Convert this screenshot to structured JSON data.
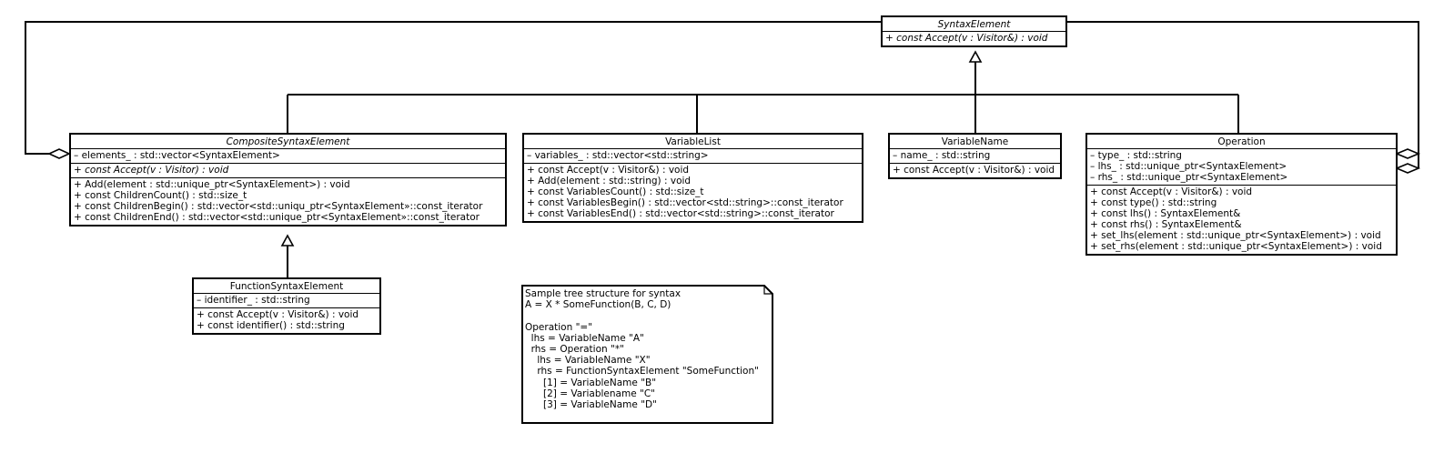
{
  "classes": {
    "syntax_element": {
      "name": "SyntaxElement",
      "operations": [
        "+ const Accept(v : Visitor&) : void"
      ]
    },
    "composite": {
      "name": "CompositeSyntaxElement",
      "attributes": [
        "– elements_ : std::vector<SyntaxElement>"
      ],
      "abstract_ops": [
        "+ const Accept(v : Visitor) : void"
      ],
      "operations": [
        "+ Add(element : std::unique_ptr<SyntaxElement>) : void",
        "+ const ChildrenCount() : std::size_t",
        "+ const ChildrenBegin() : std::vector<std::uniqu_ptr<SyntaxElement»::const_iterator",
        "+ const ChildrenEnd() : std::vector<std::unique_ptr<SyntaxElement»::const_iterator"
      ]
    },
    "variable_list": {
      "name": "VariableList",
      "attributes": [
        "– variables_ : std::vector<std::string>"
      ],
      "operations": [
        "+ const Accept(v : Visitor&) : void",
        "+ Add(element : std::string) : void",
        "+ const VariablesCount() : std::size_t",
        "+ const VariablesBegin() : std::vector<std::string>::const_iterator",
        "+ const VariablesEnd() : std::vector<std::string>::const_iterator"
      ]
    },
    "variable_name": {
      "name": "VariableName",
      "attributes": [
        "– name_ : std::string"
      ],
      "operations": [
        "+ const Accept(v : Visitor&) : void"
      ]
    },
    "operation": {
      "name": "Operation",
      "attributes": [
        "– type_ : std::string",
        "– lhs_ : std::unique_ptr<SyntaxElement>",
        "– rhs_ : std::unique_ptr<SyntaxElement>"
      ],
      "operations": [
        "+ const Accept(v : Visitor&) : void",
        "+ const type() : std::string",
        "+ const lhs() : SyntaxElement&",
        "+ const rhs() : SyntaxElement&",
        "+ set_lhs(element : std::unique_ptr<SyntaxElement>) : void",
        "+ set_rhs(element : std::unique_ptr<SyntaxElement>) : void"
      ]
    },
    "function_syntax": {
      "name": "FunctionSyntaxElement",
      "attributes": [
        "– identifier_ : std::string"
      ],
      "operations": [
        "+ const Accept(v : Visitor&) : void",
        "+ const identifier() : std::string"
      ]
    }
  },
  "note": {
    "lines": [
      "Sample tree structure for syntax",
      "A = X * SomeFunction(B, C, D)",
      "",
      "Operation \"=\"",
      "  lhs = VariableName \"A\"",
      "  rhs = Operation \"*\"",
      "    lhs = VariableName \"X\"",
      "    rhs = FunctionSyntaxElement \"SomeFunction\"",
      "      [1] = VariableName \"B\"",
      "      [2] = Variablename \"C\"",
      "      [3] = VariableName \"D\""
    ]
  }
}
